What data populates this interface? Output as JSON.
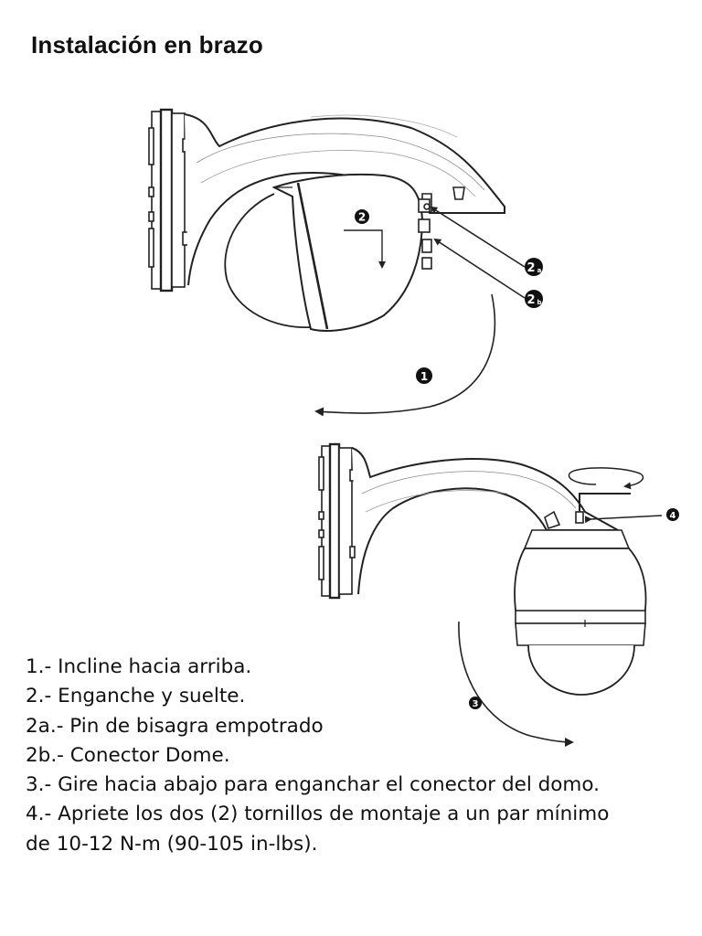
{
  "page": {
    "title": "Instalación en brazo"
  },
  "callouts": {
    "step1": "1",
    "step2": "2",
    "step2a_num": "2",
    "step2a_sub": "a",
    "step2b_num": "2",
    "step2b_sub": "b",
    "step3": "3",
    "step4": "4"
  },
  "instructions": [
    "1.- Incline hacia arriba.",
    "2.- Enganche y suelte.",
    "2a.- Pin de bisagra empotrado",
    "2b.- Conector Dome.",
    "3.- Gire hacia abajo para enganchar el conector del domo.",
    "4.- Apriete los dos (2) tornillos de montaje a un par mínimo de 10-12 N-m (90-105 in-lbs)."
  ]
}
